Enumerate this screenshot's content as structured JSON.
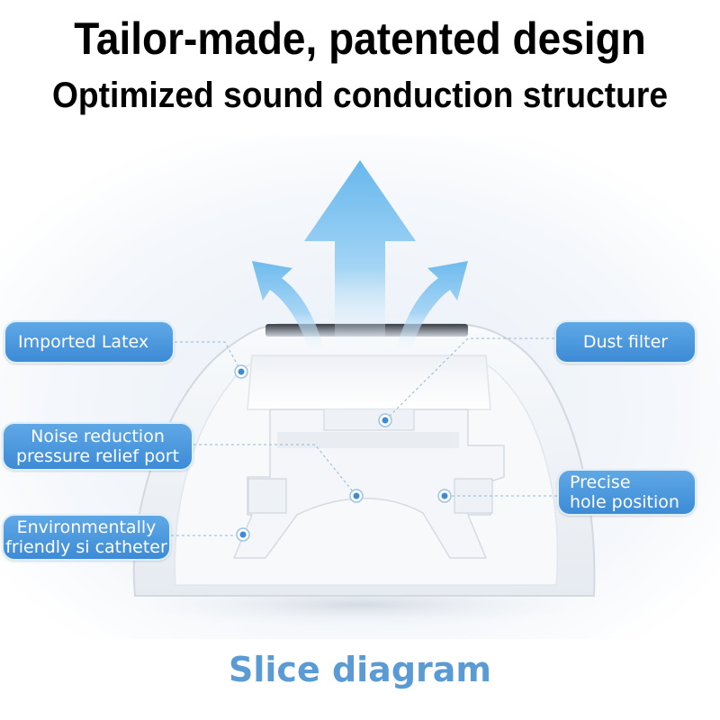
{
  "title": {
    "line1": "Tailor-made, patented design",
    "line2": "Optimized sound conduction structure"
  },
  "labels": {
    "imported_latex": "Imported Latex",
    "dust_filter": "Dust filter",
    "noise_line1": "Noise reduction",
    "noise_line2": "pressure relief port",
    "precise_line1": "Precise",
    "precise_line2": "hole position",
    "env_line1": "Environmentally",
    "env_line2": "friendly si catheter"
  },
  "caption": "Slice diagram",
  "colors": {
    "label_bg": "#4a95dc",
    "arrow_blue": "#66b8ee",
    "caption": "#5b9bd5",
    "leader_line": "#8fb8dc"
  },
  "icons": [
    "sound-up-arrow",
    "sound-left-arrow",
    "sound-right-arrow"
  ]
}
